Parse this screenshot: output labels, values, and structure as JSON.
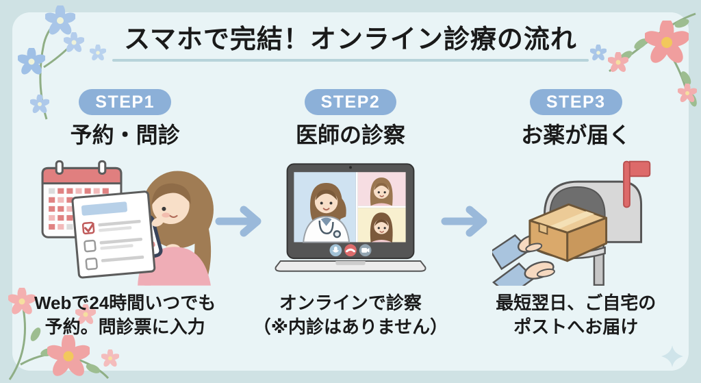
{
  "title": "スマホで完結！オンライン診療の流れ",
  "steps": [
    {
      "badge": "STEP1",
      "heading": "予約・問診",
      "caption_line1": "Webで24時間いつでも",
      "caption_line2": "予約。問診票に入力",
      "illustration": "calendar-questionnaire-woman-smartphone"
    },
    {
      "badge": "STEP2",
      "heading": "医師の診察",
      "caption_line1": "オンラインで診察",
      "caption_line2": "（※内診はありません）",
      "illustration": "laptop-video-call-doctor-patients"
    },
    {
      "badge": "STEP3",
      "heading": "お薬が届く",
      "caption_line1": "最短翌日、ご自宅の",
      "caption_line2": "ポストへお届け",
      "illustration": "mailbox-package-hand-delivery"
    }
  ],
  "icons": {
    "arrow_right": "→"
  },
  "decorations": [
    "blue-flowers-top-left",
    "pink-flowers-top-right",
    "pink-flowers-bottom-left",
    "small-blue-flowers-beside-title",
    "sparkle-bottom-right"
  ],
  "colors": {
    "frame_background": "#cfe2e4",
    "panel_background": "#e9f4f6",
    "title_text": "#1a1a1a",
    "title_underline": "#b7d3da",
    "badge_background": "#8cb0d8",
    "badge_text": "#ffffff",
    "heading_text": "#1a1a1a",
    "caption_text": "#1a1a1a",
    "arrow": "#9ab9da"
  }
}
